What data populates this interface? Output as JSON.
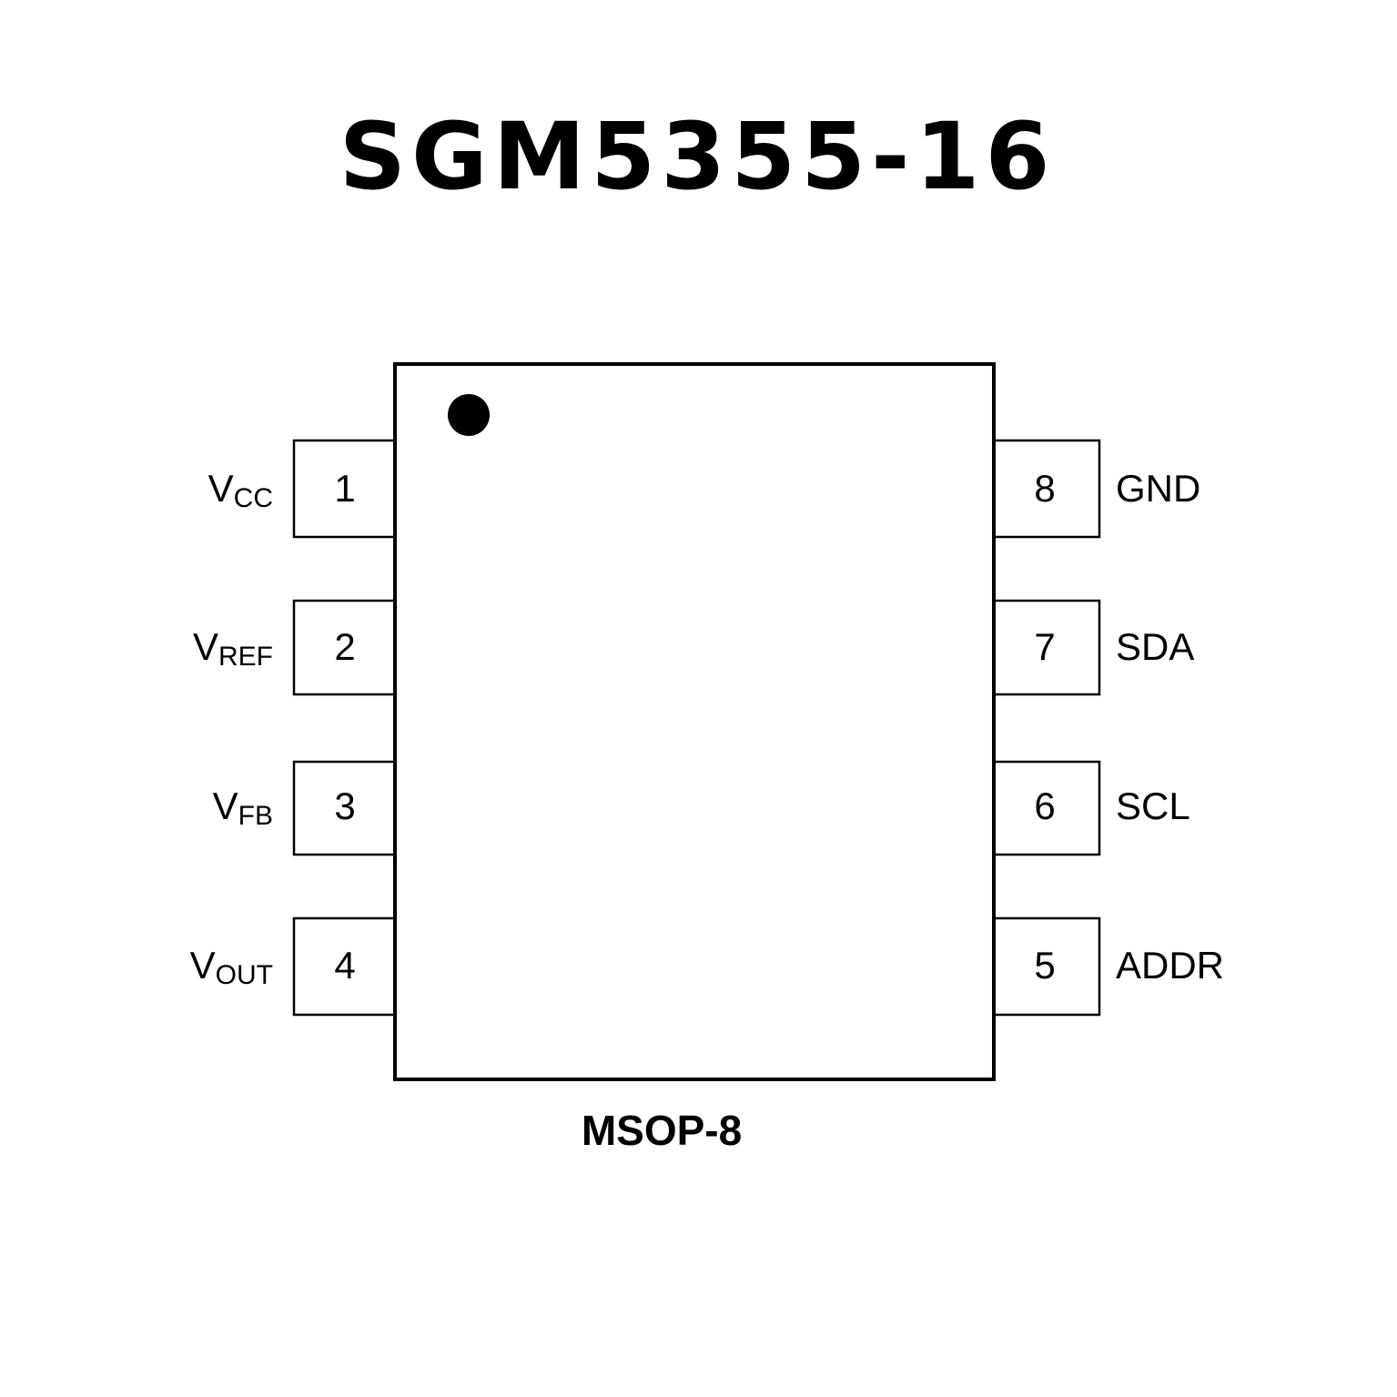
{
  "title": "SGM5355-16",
  "package": "MSOP-8",
  "left_pins": [
    {
      "number": "1",
      "label": "V",
      "sub": "CC"
    },
    {
      "number": "2",
      "label": "V",
      "sub": "REF"
    },
    {
      "number": "3",
      "label": "V",
      "sub": "FB"
    },
    {
      "number": "4",
      "label": "V",
      "sub": "OUT"
    }
  ],
  "right_pins": [
    {
      "number": "8",
      "label": "GND"
    },
    {
      "number": "7",
      "label": "SDA"
    },
    {
      "number": "6",
      "label": "SCL"
    },
    {
      "number": "5",
      "label": "ADDR"
    }
  ]
}
